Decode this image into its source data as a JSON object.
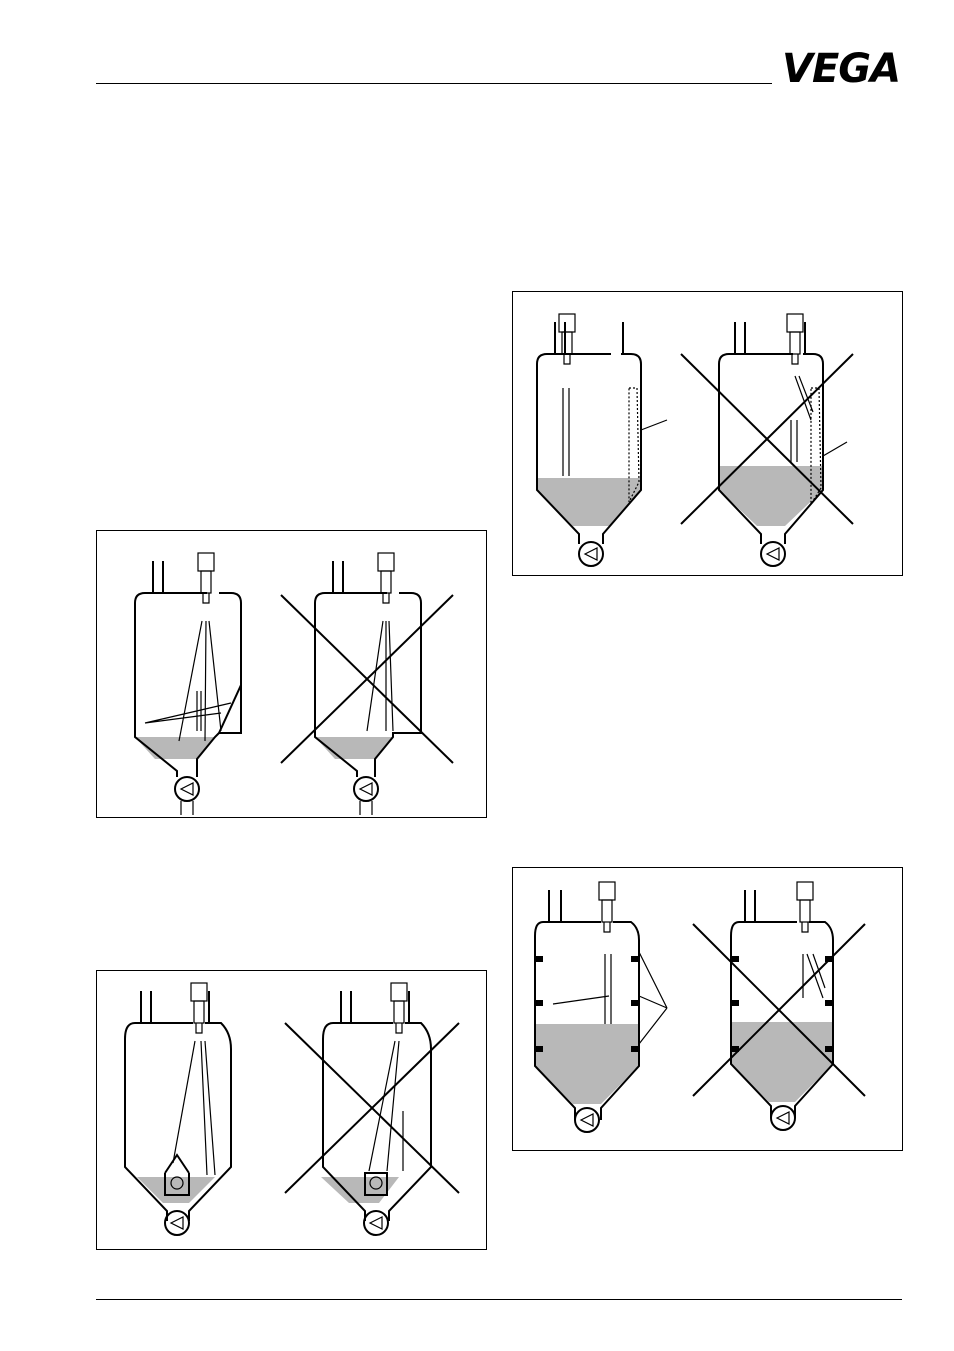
{
  "header": {
    "logo_text": "VEGA"
  },
  "figures": [
    {
      "name": "figure-tank-ledge",
      "correct": true,
      "incorrect": true
    },
    {
      "name": "figure-tank-deposits",
      "correct": true,
      "incorrect": true
    },
    {
      "name": "figure-tank-agitator",
      "correct": true,
      "incorrect": true
    },
    {
      "name": "figure-tank-struts",
      "correct": true,
      "incorrect": true
    }
  ],
  "icons": [
    "pump-icon",
    "sensor-icon",
    "cross-out-icon",
    "arrow-icon"
  ],
  "colors": {
    "fill": "#b8b8b8",
    "line": "#000000"
  }
}
